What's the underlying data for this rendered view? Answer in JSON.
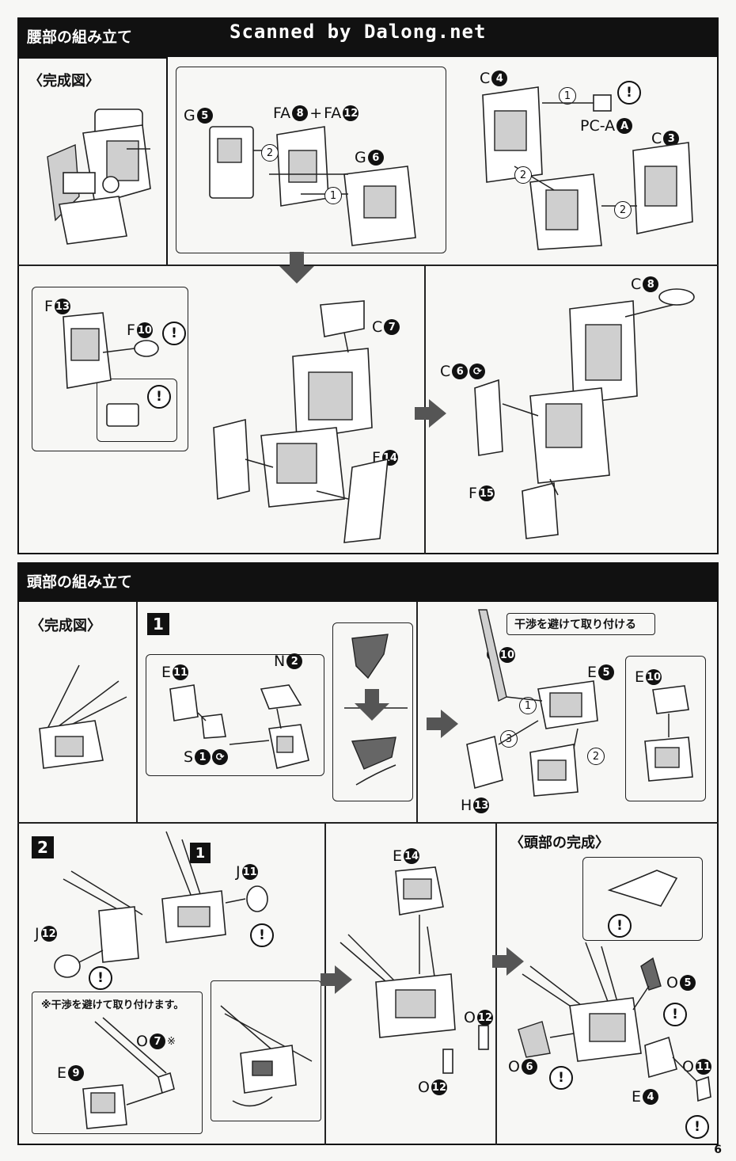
{
  "watermark": "Scanned by Dalong.net",
  "page_number": "6",
  "waist": {
    "title": "腰部の組み立て",
    "completed_label": "〈完成図〉",
    "parts": {
      "g5": {
        "letter": "G",
        "num": "5"
      },
      "fa8": {
        "letter": "FA",
        "num": "8"
      },
      "fa12": {
        "letter": "FA",
        "num": "12"
      },
      "plus": "+",
      "g6": {
        "letter": "G",
        "num": "6"
      },
      "c4": {
        "letter": "C",
        "num": "4"
      },
      "pca": {
        "letter": "PC-A",
        "num": "A"
      },
      "c3": {
        "letter": "C",
        "num": "3"
      },
      "f13": {
        "letter": "F",
        "num": "13"
      },
      "f10": {
        "letter": "F",
        "num": "10"
      },
      "c7": {
        "letter": "C",
        "num": "7"
      },
      "f14": {
        "letter": "F",
        "num": "14"
      },
      "c8": {
        "letter": "C",
        "num": "8"
      },
      "c6": {
        "letter": "C",
        "num": "6"
      },
      "f15": {
        "letter": "F",
        "num": "15"
      }
    }
  },
  "head": {
    "title": "頭部の組み立て",
    "completed_label": "〈完成図〉",
    "step1": "1",
    "step2": "2",
    "step_ref": "1",
    "interference_note": "干渉を避けて取り付ける",
    "interference_note2": "※干渉を避けて取り付けます。",
    "head_complete": "〈頭部の完成〉",
    "parts": {
      "e11": {
        "letter": "E",
        "num": "11"
      },
      "n2": {
        "letter": "N",
        "num": "2"
      },
      "s1": {
        "letter": "S",
        "num": "1"
      },
      "o10": {
        "letter": "O",
        "num": "10"
      },
      "e5": {
        "letter": "E",
        "num": "5"
      },
      "e10": {
        "letter": "E",
        "num": "10"
      },
      "h13": {
        "letter": "H",
        "num": "13"
      },
      "j11": {
        "letter": "J",
        "num": "11"
      },
      "j12": {
        "letter": "J",
        "num": "12"
      },
      "o7": {
        "letter": "O",
        "num": "7"
      },
      "o7_note": "※",
      "e9": {
        "letter": "E",
        "num": "9"
      },
      "e14": {
        "letter": "E",
        "num": "14"
      },
      "o12a": {
        "letter": "O",
        "num": "12"
      },
      "o12b": {
        "letter": "O",
        "num": "12"
      },
      "o5": {
        "letter": "O",
        "num": "5"
      },
      "o6": {
        "letter": "O",
        "num": "6"
      },
      "o11": {
        "letter": "O",
        "num": "11"
      },
      "e4": {
        "letter": "E",
        "num": "4"
      }
    }
  },
  "order_marks": {
    "one": "1",
    "two": "2",
    "three": "3"
  },
  "warning_mark": "!"
}
